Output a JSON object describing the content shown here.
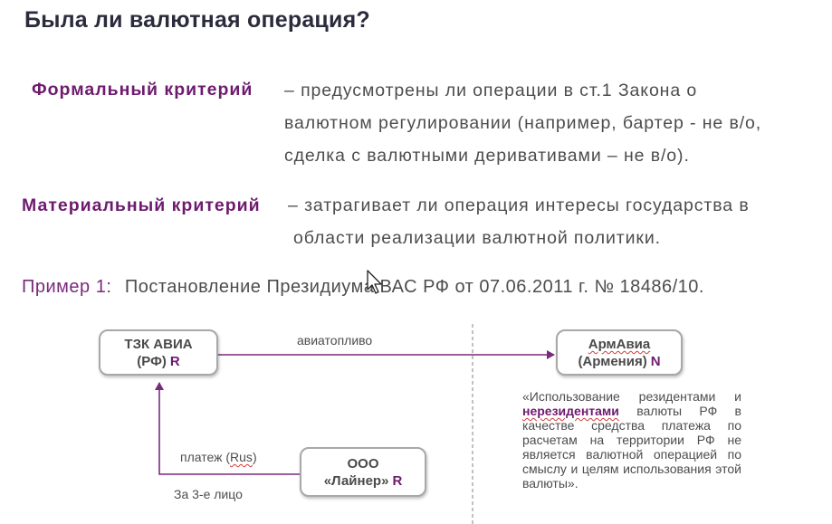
{
  "slide": {
    "title": "Была ли валютная операция?"
  },
  "formal_criterion": {
    "label": "Формальный критерий",
    "line1": "– предусмотрены ли операции в ст.1 Закона о",
    "line2": "валютном регулировании (например, бартер - не в/о,",
    "line3": "сделка с валютными деривативами – не в/о)."
  },
  "material_criterion": {
    "label": "Материальный критерий",
    "line1": "– затрагивает ли операция интересы государства в",
    "line2": "области реализации валютной политики."
  },
  "example": {
    "label": "Пример 1:",
    "text": "Постановление Президиума ВАС РФ от 07.06.2011 г. № 18486/10."
  },
  "diagram": {
    "node_tzk": {
      "line1": "ТЗК АВИА",
      "line2": "(РФ)",
      "mark": "R"
    },
    "node_armavia": {
      "line1": "АрмАвиа",
      "line2": "(Армения)",
      "mark": "N"
    },
    "node_liner": {
      "line1": "ООО",
      "line2": "«Лайнер»",
      "mark": "R"
    },
    "label_fuel": "авиатопливо",
    "label_payment_prefix": "платеж (",
    "label_payment_rus": "Rus",
    "label_payment_suffix": ")",
    "label_third_party": "За 3-е лицо",
    "line_color": "#7a2a7c",
    "divider_color": "#9a9a9a"
  },
  "quote": {
    "part1": "«Использование резидентами и",
    "bold": "нерезидентами",
    "part2": "валюты РФ в качестве средства платежа по расчетам на территории РФ не является валютной операцией по смыслу и целям использования этой валюты»."
  }
}
